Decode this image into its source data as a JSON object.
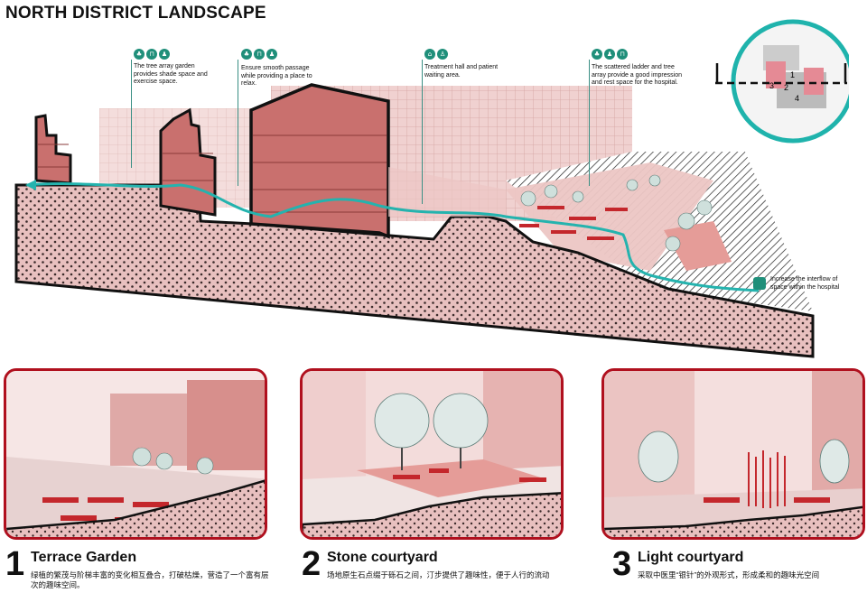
{
  "title": "NORTH DISTRICT LANDSCAPE",
  "callouts": [
    {
      "text": "The tree array garden provides shade space and exercise space.",
      "icons": [
        "tree-icon",
        "bench-icon",
        "person-walk-icon"
      ]
    },
    {
      "text": "Ensure smooth passage while providing a place to relax.",
      "icons": [
        "tree-icon",
        "bench-icon",
        "person-walk-icon"
      ]
    },
    {
      "text": "Treatment hall and patient waiting area.",
      "icons": [
        "hospital-icon",
        "person-icon"
      ]
    },
    {
      "text": "The scattered ladder and tree array provide a good impression and rest space for the hospital.",
      "icons": [
        "tree-icon",
        "person-walk-icon",
        "bench-icon"
      ]
    }
  ],
  "flow_note": "Increase the interflow of space within the hospital",
  "keymap": {
    "numbers": [
      "1",
      "2",
      "3",
      "4"
    ]
  },
  "panels": [
    {
      "number": "1",
      "title": "Terrace Garden",
      "desc": "绿植的繁茂与阶梯丰富的变化相互叠合，打破枯燥，营造了一个富有层次的趣味空间。"
    },
    {
      "number": "2",
      "title": "Stone courtyard",
      "desc": "场地原生石点缀于砾石之间，汀步提供了趣味性，便于人行的流动"
    },
    {
      "number": "3",
      "title": "Light courtyard",
      "desc": "采取中医里“银针”的外观形式，形成柔和的趣味光空间"
    }
  ],
  "colors": {
    "ground": "#e8c0bf",
    "building": "#c9706e",
    "building_light": "#ecc6c4",
    "path": "#24b3ae",
    "frame": "#b0101e",
    "icon": "#1f8f7a"
  }
}
